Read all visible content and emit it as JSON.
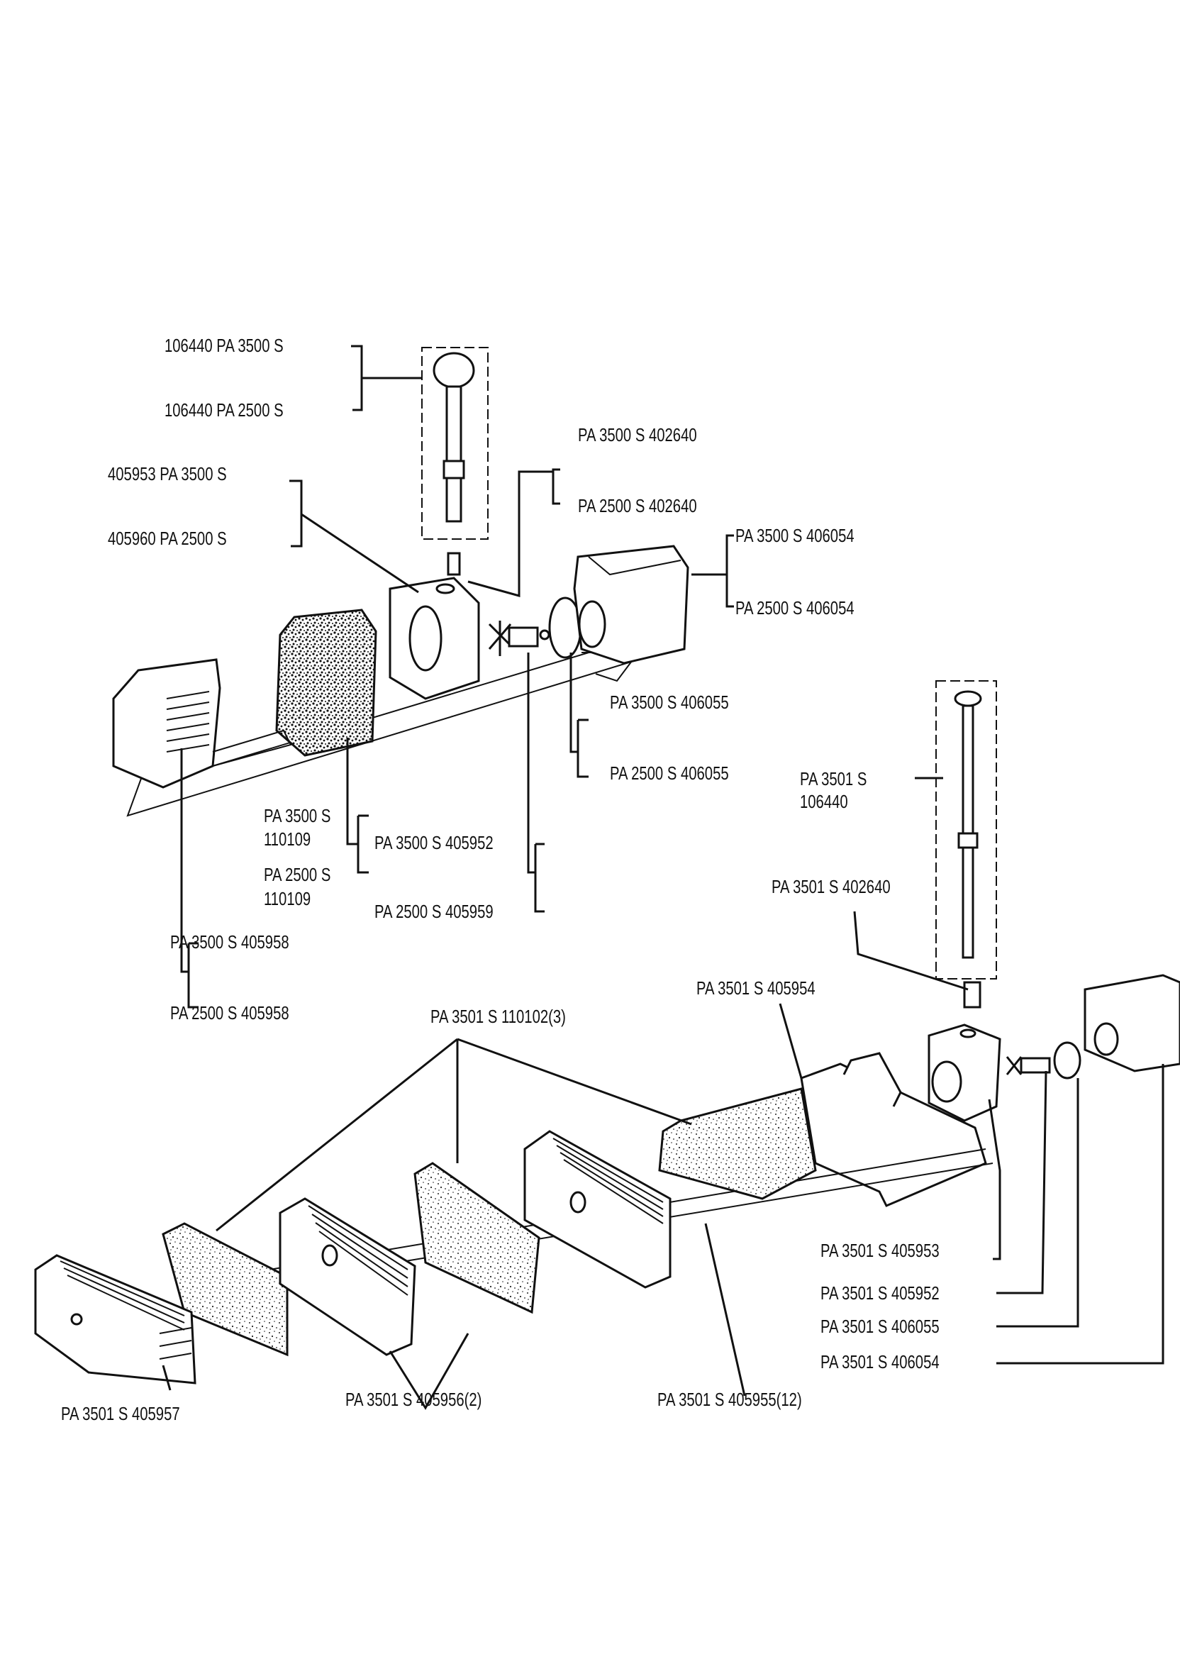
{
  "diagram": {
    "title": "",
    "top_assembly": {
      "labels": [
        {
          "id": "riser-3500",
          "text": "106440  PA 3500 S"
        },
        {
          "id": "riser-2500",
          "text": "106440  PA 2500 S"
        },
        {
          "id": "pump-head-3500",
          "text": "405953  PA 3500 S"
        },
        {
          "id": "pump-head-2500",
          "text": "405960  PA 2500 S"
        },
        {
          "id": "nozzle-3500",
          "text": "PA 3500 S 402640"
        },
        {
          "id": "nozzle-2500",
          "text": "PA 2500 S 402640"
        },
        {
          "id": "motor-3500",
          "text": "PA  3500 S 406054"
        },
        {
          "id": "motor-2500",
          "text": "PA  2500 S 406054"
        },
        {
          "id": "seal-3500",
          "text": "PA 3500 S 406055"
        },
        {
          "id": "seal-2500",
          "text": "PA 2500 S 406055"
        },
        {
          "id": "sponge-3500-a",
          "text": "PA 3500 S"
        },
        {
          "id": "sponge-3500-b",
          "text": "110109"
        },
        {
          "id": "sponge-2500-a",
          "text": "PA 2500 S"
        },
        {
          "id": "sponge-2500-b",
          "text": "110109"
        },
        {
          "id": "impeller-3500",
          "text": "PA 3500 S 405952"
        },
        {
          "id": "impeller-2500",
          "text": "PA 2500 S 405959"
        },
        {
          "id": "cage-3500",
          "text": "PA 3500 S 405958"
        },
        {
          "id": "cage-2500",
          "text": "PA 2500 S 405958"
        }
      ]
    },
    "bottom_assembly": {
      "labels": [
        {
          "id": "riser-3501-a",
          "text": "PA 3501  S"
        },
        {
          "id": "riser-3501-b",
          "text": "106440"
        },
        {
          "id": "nozzle-3501",
          "text": "PA 3501  S 402640"
        },
        {
          "id": "housing-3501",
          "text": "PA 3501  S 405954"
        },
        {
          "id": "sponge-3501",
          "text": "PA 3501  S 110102(3)"
        },
        {
          "id": "pump-head-3501",
          "text": "PA 3501  S 405953"
        },
        {
          "id": "impeller-3501",
          "text": "PA 3501  S 405952"
        },
        {
          "id": "seal-3501",
          "text": "PA 3501  S 406055"
        },
        {
          "id": "motor-3501",
          "text": "PA 3501  S 406054"
        },
        {
          "id": "end-cap-3501",
          "text": "PA 3501  S 405957"
        },
        {
          "id": "cage-3501",
          "text": "PA 3501  S 405956(2)"
        },
        {
          "id": "clip-3501",
          "text": "PA 3501  S 405955(12)"
        }
      ]
    }
  }
}
